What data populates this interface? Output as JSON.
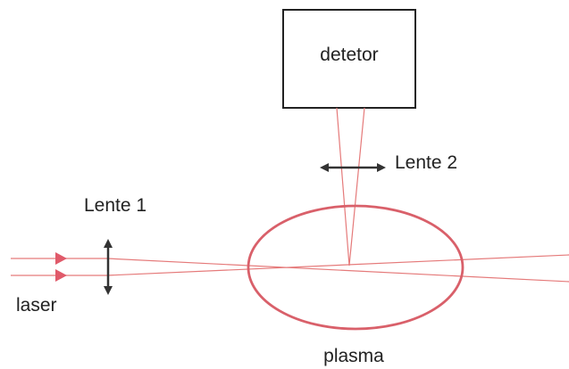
{
  "labels": {
    "detector": "detetor",
    "lens2": "Lente 2",
    "lens1": "Lente 1",
    "laser": "laser",
    "plasma": "plasma"
  },
  "colors": {
    "beam": "#e57a7a",
    "plasma": "#d9606a",
    "laser_marker": "#e05a6a",
    "outline": "#222222",
    "lens": "#333333"
  }
}
